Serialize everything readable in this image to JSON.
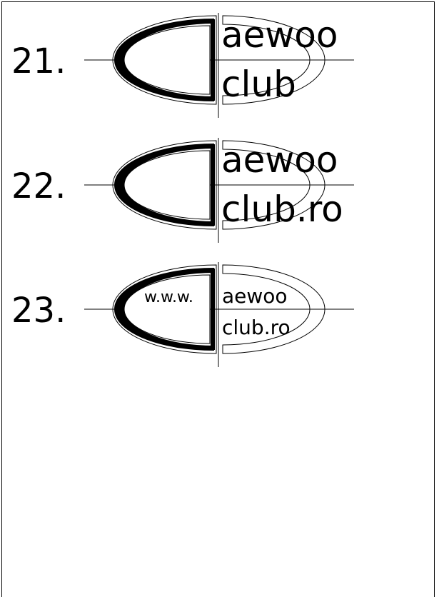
{
  "colors": {
    "ink": "#000000",
    "background": "#ffffff"
  },
  "variants": [
    {
      "number": "21.",
      "prefix": "",
      "line1": "aewoo",
      "line2": "club",
      "size": "large"
    },
    {
      "number": "22.",
      "prefix": "",
      "line1": "aewoo",
      "line2": "club.ro",
      "size": "large"
    },
    {
      "number": "23.",
      "prefix": "w.w.w.",
      "line1": "aewoo",
      "line2": "club.ro",
      "size": "small"
    }
  ]
}
